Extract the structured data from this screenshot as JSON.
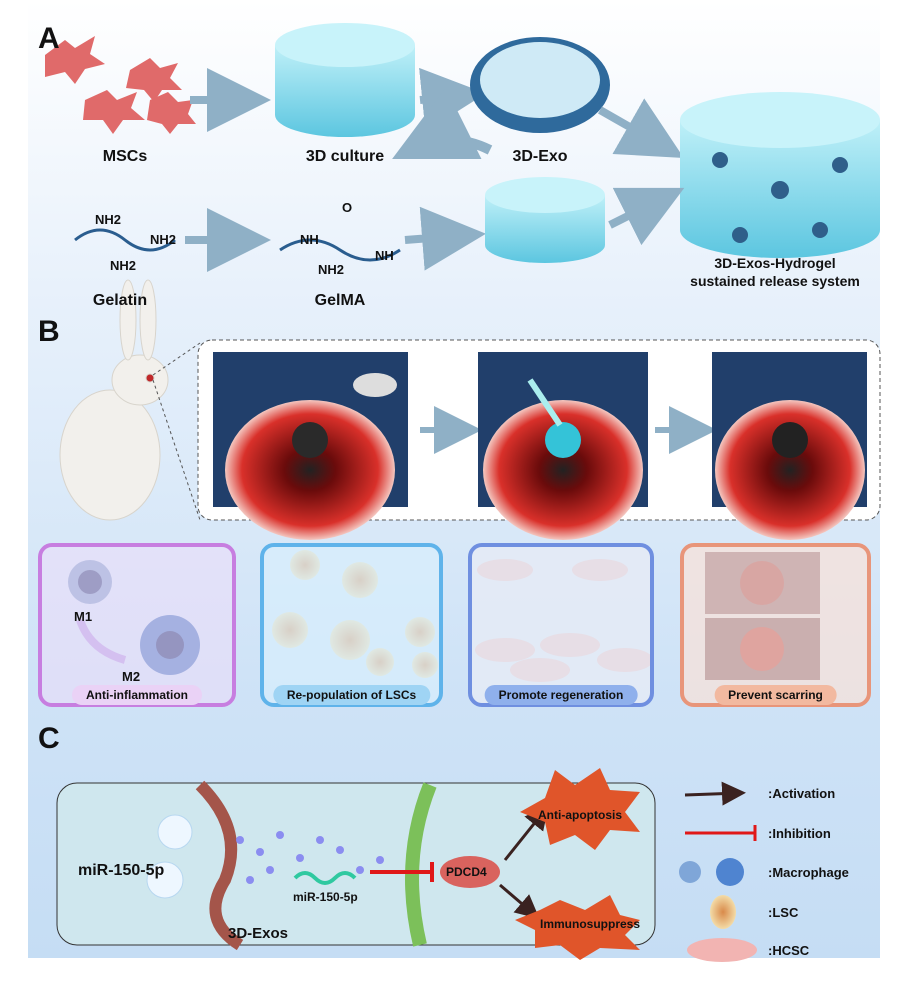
{
  "panel_a": {
    "label": "A",
    "msc": "MSCs",
    "culture": "3D culture",
    "exo": "3D-Exo",
    "gelatin": "Gelatin",
    "gelma": "GelMA",
    "hydrogel_line1": "3D-Exos-Hydrogel",
    "hydrogel_line2": "sustained release system",
    "nh2": "NH2",
    "nh": "NH",
    "o": "O"
  },
  "panel_b": {
    "label": "B",
    "cards": [
      {
        "label": "Anti-inflammation",
        "m1": "M1",
        "m2": "M2",
        "color": "#c77ee0"
      },
      {
        "label": "Re-population of LSCs",
        "color": "#5fb3ea"
      },
      {
        "label": "Promote regeneration",
        "color": "#6f8fe0"
      },
      {
        "label": "Prevent scarring",
        "color": "#e8957a"
      }
    ]
  },
  "panel_c": {
    "label": "C",
    "mir_left": "miR-150-5p",
    "mir_center": "miR-150-5p",
    "exos": "3D-Exos",
    "pdcd4": "PDCD4",
    "anti_apoptosis": "Anti-apoptosis",
    "immunosuppress": "Immunosuppress",
    "legend": [
      {
        "icon": "activation-arrow-icon",
        "label": ":Activation"
      },
      {
        "icon": "inhibition-bar-icon",
        "label": ":Inhibition"
      },
      {
        "icon": "macrophage-icon",
        "label": ":Macrophage"
      },
      {
        "icon": "lsc-icon",
        "label": ":LSC"
      },
      {
        "icon": "hcsc-icon",
        "label": ":HCSC"
      }
    ]
  }
}
